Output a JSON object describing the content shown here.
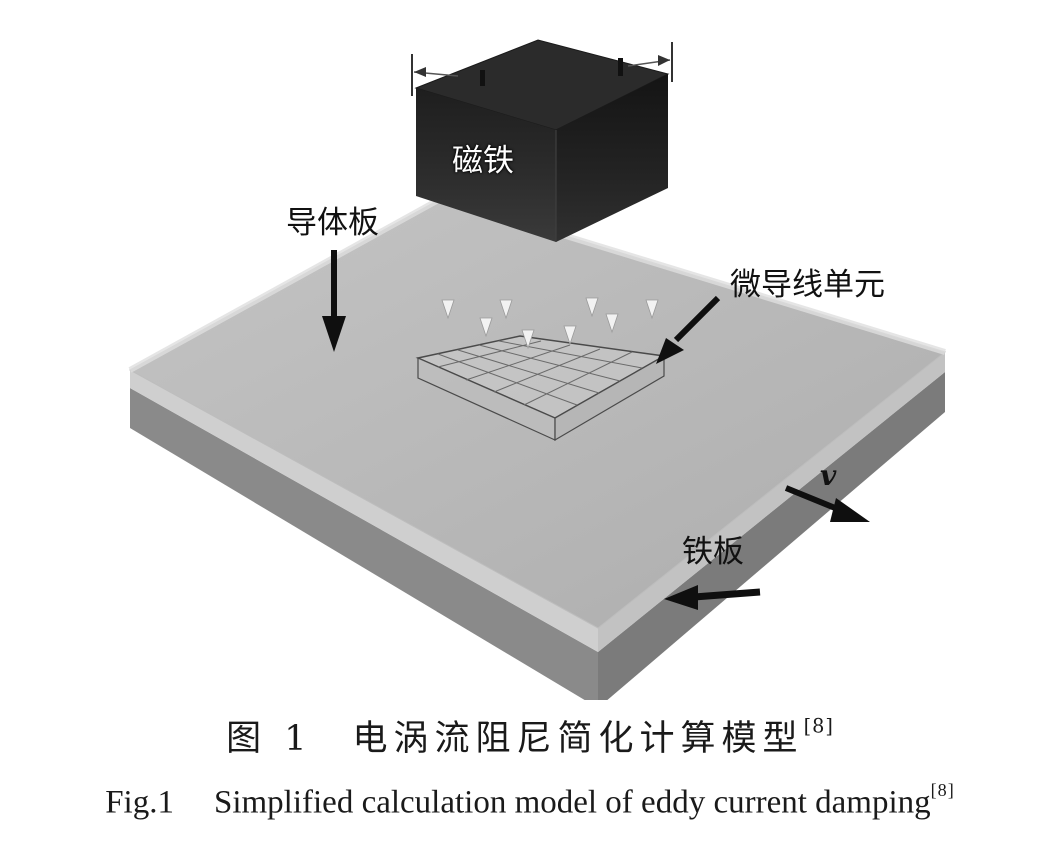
{
  "labels": {
    "magnet": "磁铁",
    "conductor_plate": "导体板",
    "micro_wire_element": "微导线单元",
    "iron_plate": "铁板",
    "velocity": "v"
  },
  "caption_cn": {
    "figure_number": "图 1",
    "text": "电涡流阻尼简化计算模型",
    "reference": "[8]"
  },
  "caption_en": {
    "figure_number": "Fig.1",
    "text": "Simplified calculation model of eddy current damping",
    "reference": "[8]"
  },
  "colors": {
    "conductor_top": "#b8b8b8",
    "conductor_edge": "#d2d2d2",
    "iron_side": "#8c8c8c",
    "magnet_top": "#2a2a2a",
    "magnet_side": "#1c1c1c",
    "arrow": "#0f0f0f"
  }
}
